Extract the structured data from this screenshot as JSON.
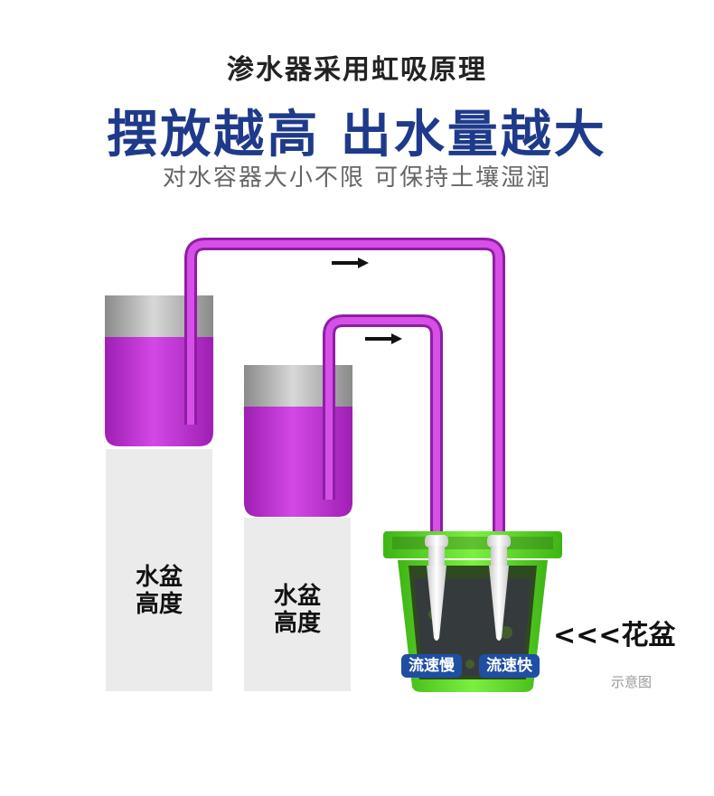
{
  "header": {
    "line1": "渗水器采用虹吸原理",
    "line2": "摆放越高 出水量越大",
    "line3": "对水容器大小不限 可保持土壤湿润"
  },
  "labels": {
    "high_stand": "水盆\n高度",
    "low_stand": "水盆\n高度",
    "pot": "<<<花盆",
    "slow": "流速慢",
    "fast": "流速快",
    "caption": "示意图"
  },
  "colors": {
    "title_blue": "#1f3a8a",
    "tube": "#c43ad6",
    "liquid": "#c42fd8",
    "pot": "#5fdc2a",
    "badge": "#1f4ea3",
    "stand": "#ebebeb"
  },
  "icons": [
    "flow-arrow-icon",
    "flow-arrow-icon"
  ]
}
